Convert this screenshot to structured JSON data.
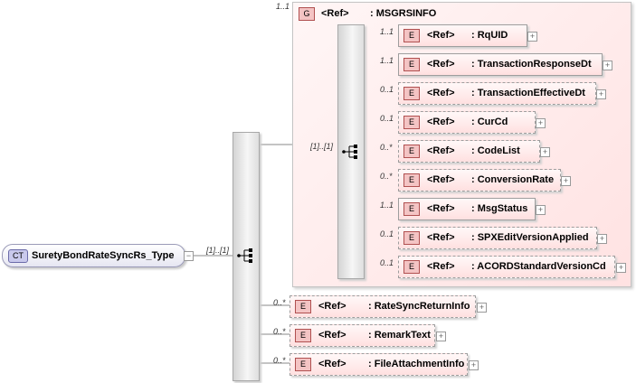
{
  "complex_type": {
    "badge": "CT",
    "name": "SuretyBondRateSyncRs_Type",
    "expander": "−"
  },
  "root_cardinality": "[1]..[1]",
  "group": {
    "badge": "G",
    "ref": "<Ref>",
    "name": ": MSGRSINFO",
    "cardinality": "1..1",
    "inner_cardinality": "[1]..[1]"
  },
  "group_elements": [
    {
      "card": "1..1",
      "badge": "E",
      "ref": "<Ref>",
      "name": ": RqUID",
      "optional": false
    },
    {
      "card": "1..1",
      "badge": "E",
      "ref": "<Ref>",
      "name": ": TransactionResponseDt",
      "optional": false
    },
    {
      "card": "0..1",
      "badge": "E",
      "ref": "<Ref>",
      "name": ": TransactionEffectiveDt",
      "optional": true
    },
    {
      "card": "0..1",
      "badge": "E",
      "ref": "<Ref>",
      "name": ": CurCd",
      "optional": true
    },
    {
      "card": "0..*",
      "badge": "E",
      "ref": "<Ref>",
      "name": ": CodeList",
      "optional": true
    },
    {
      "card": "0..*",
      "badge": "E",
      "ref": "<Ref>",
      "name": ": ConversionRate",
      "optional": true
    },
    {
      "card": "1..1",
      "badge": "E",
      "ref": "<Ref>",
      "name": ": MsgStatus",
      "optional": false
    },
    {
      "card": "0..1",
      "badge": "E",
      "ref": "<Ref>",
      "name": ": SPXEditVersionApplied",
      "optional": true
    },
    {
      "card": "0..1",
      "badge": "E",
      "ref": "<Ref>",
      "name": ": ACORDStandardVersionCd",
      "optional": true
    }
  ],
  "outer_elements": [
    {
      "card": "0..*",
      "badge": "E",
      "ref": "<Ref>",
      "name": ": RateSyncReturnInfo",
      "optional": true
    },
    {
      "card": "0..*",
      "badge": "E",
      "ref": "<Ref>",
      "name": ": RemarkText",
      "optional": true
    },
    {
      "card": "0..*",
      "badge": "E",
      "ref": "<Ref>",
      "name": ": FileAttachmentInfo",
      "optional": true
    }
  ],
  "expander_symbol": "+",
  "colors": {
    "element_fill": "#ffe0e0",
    "badge_fill": "#f4c4c4",
    "ct_badge_fill": "#c9c9ec",
    "group_fill": "#ffe2e2"
  }
}
